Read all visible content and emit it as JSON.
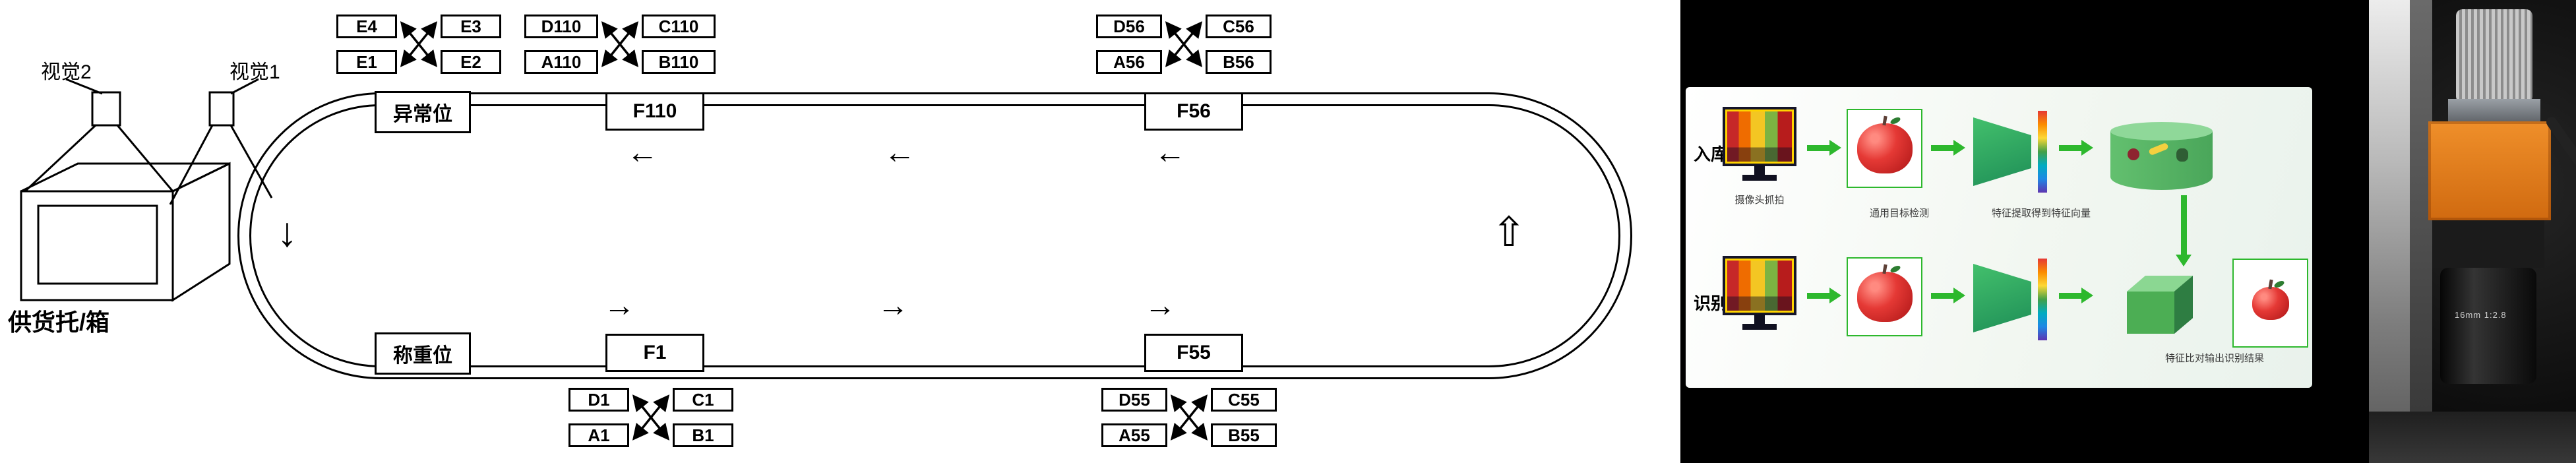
{
  "diagram": {
    "labels": {
      "vision2": "视觉2",
      "vision1": "视觉1",
      "supply": "供货托/箱"
    },
    "stations": {
      "abnormal": "异常位",
      "f110": "F110",
      "f56": "F56",
      "weigh": "称重位",
      "f1": "F1",
      "f55": "F55"
    },
    "clusters": [
      {
        "name": "cluster-E",
        "boxes": [
          "E4",
          "E3",
          "E1",
          "E2"
        ]
      },
      {
        "name": "cluster-110",
        "boxes": [
          "D110",
          "C110",
          "A110",
          "B110"
        ]
      },
      {
        "name": "cluster-56",
        "boxes": [
          "D56",
          "C56",
          "A56",
          "B56"
        ]
      },
      {
        "name": "cluster-1",
        "boxes": [
          "D1",
          "C1",
          "A1",
          "B1"
        ]
      },
      {
        "name": "cluster-55",
        "boxes": [
          "D55",
          "C55",
          "A55",
          "B55"
        ]
      }
    ],
    "arrows": {
      "left": "←",
      "right": "→",
      "down": "↓",
      "up": "⇧"
    }
  },
  "flowchart": {
    "row1_label": "入库",
    "row2_label": "识别",
    "caption_camera": "摄像头抓拍",
    "caption_detection": "通用目标检测",
    "caption_feature": "特征提取得到特征向量",
    "caption_result": "特征比对输出识别结果",
    "colors": {
      "arrow_green": "#2db82d",
      "screen_border_yellow": "#ffd400"
    }
  },
  "photo": {
    "lens_marking": "16mm 1:2.8"
  }
}
